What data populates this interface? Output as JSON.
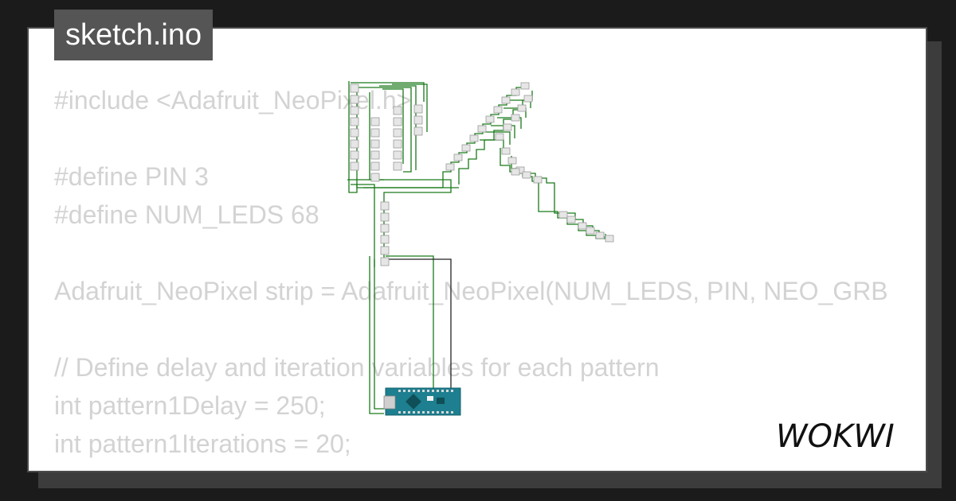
{
  "file_tab": {
    "title": "sketch.ino"
  },
  "code_lines": [
    "#include <Adafruit_NeoPixel.h>",
    "",
    "#define PIN 3",
    "#define NUM_LEDS 68",
    "",
    "Adafruit_NeoPixel strip = Adafruit_NeoPixel(NUM_LEDS, PIN, NEO_GRB",
    "",
    "// Define delay and iteration variables for each pattern",
    "int pattern1Delay = 250;",
    "int pattern1Iterations = 20;"
  ],
  "diagram": {
    "components": [
      "neopixel-strip",
      "arduino-nano"
    ],
    "wire_color": "#1a7a1a",
    "board_color": "#1d7f8f"
  },
  "brand": {
    "logo_text": "WOKWI"
  },
  "colors": {
    "background": "#1b1b1b",
    "card": "#ffffff",
    "tab": "#555555",
    "code_text": "#d3d3d3"
  }
}
